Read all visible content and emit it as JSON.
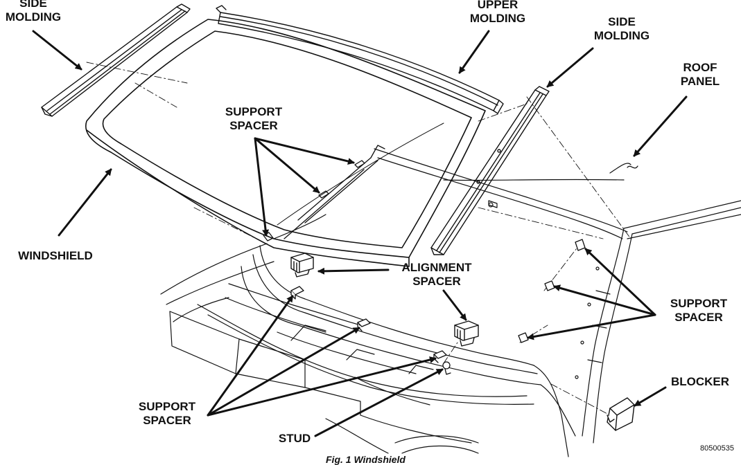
{
  "labels": {
    "side_molding_left": {
      "line1": "SIDE",
      "line2": "MOLDING"
    },
    "upper_molding": {
      "line1": "UPPER",
      "line2": "MOLDING"
    },
    "side_molding_right": {
      "line1": "SIDE",
      "line2": "MOLDING"
    },
    "roof_panel": {
      "line1": "ROOF",
      "line2": "PANEL"
    },
    "support_spacer_top": {
      "line1": "SUPPORT",
      "line2": "SPACER"
    },
    "windshield": {
      "line1": "WINDSHIELD"
    },
    "alignment_spacer": {
      "line1": "ALIGNMENT",
      "line2": "SPACER"
    },
    "support_spacer_right": {
      "line1": "SUPPORT",
      "line2": "SPACER"
    },
    "blocker": {
      "line1": "BLOCKER"
    },
    "support_spacer_bottom": {
      "line1": "SUPPORT",
      "line2": "SPACER"
    },
    "stud": {
      "line1": "STUD"
    }
  },
  "figure_code": "80500535",
  "caption": "Fig. 1 Windshield",
  "colors": {
    "ink": "#111111",
    "background": "#ffffff"
  }
}
